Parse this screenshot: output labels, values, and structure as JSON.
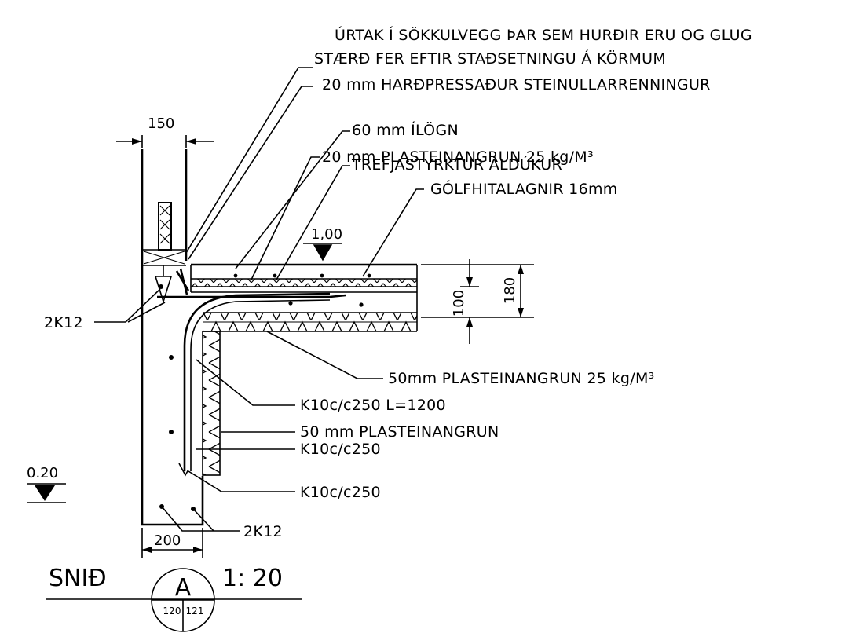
{
  "labels": {
    "l1": "ÚRTAK Í SÖKKULVEGG ÞAR SEM HURÐIR ERU OG GLUG",
    "l2": "STÆRÐ FER EFTIR STAÐSETNINGU Á KÖRMUM",
    "l3": "20 mm HARÐPRESSAÐUR STEINULLARRENNINGUR",
    "l4": "60 mm ÍLÖGN",
    "l5": "20 mm PLASTEINANGRUN 25 kg/M³",
    "l6": "TREFJASTYRKTUR ÁLDÚKUR",
    "l7": "GÓLFHITALAGNIR 16mm",
    "l8": "50mm PLASTEINANGRUN 25 kg/M³",
    "l9": "K10c/c250 L=1200",
    "l10": "50 mm PLASTEINANGRUN",
    "l11": "K10c/c250",
    "l12": "K10c/c250",
    "rebar_left": "2K12",
    "rebar_bottom": "2K12"
  },
  "dimensions": {
    "wall_top": "150",
    "wall_bottom": "200",
    "slab_total": "180",
    "slab_inner": "100"
  },
  "levels": {
    "floor": "1,00",
    "footing": "0.20"
  },
  "title_block": {
    "title": "SNIÐ",
    "section": "A",
    "scale": "1: 20",
    "ref_left": "120",
    "ref_right": "121"
  }
}
